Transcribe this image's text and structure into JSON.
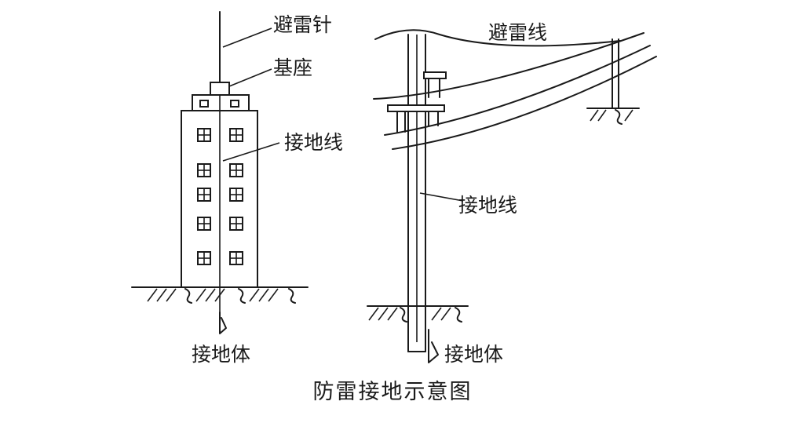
{
  "building": {
    "lightning_rod_label": "避雷针",
    "base_label": "基座",
    "down_conductor_label": "接地线",
    "ground_electrode_label": "接地体"
  },
  "pole": {
    "shield_wire_label": "避雷线",
    "down_conductor_label": "接地线",
    "ground_electrode_label": "接地体"
  },
  "caption": "防雷接地示意图"
}
